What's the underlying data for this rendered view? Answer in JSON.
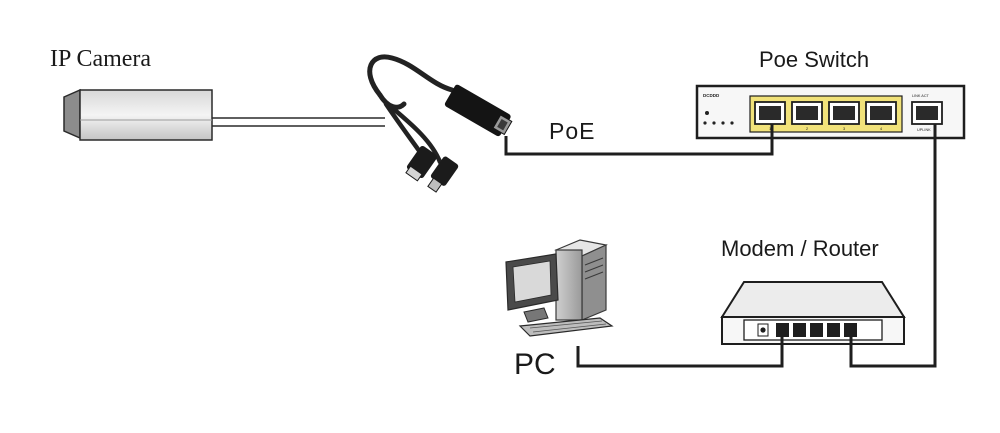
{
  "diagram": {
    "labels": {
      "ip_camera": "IP Camera",
      "poe": "PoE",
      "poe_switch": "Poe Switch",
      "modem_router": "Modem / Router",
      "pc": "PC"
    },
    "switch_panel": {
      "brand": "DCDDD",
      "uplink": "UPLINK",
      "link_act": "LINK   ACT",
      "port_numbers": [
        "1",
        "2",
        "3",
        "4"
      ]
    },
    "colors": {
      "line": "#1e1e1e",
      "highlight": "#f1e27a",
      "device_fill": "#f6f6f6"
    }
  }
}
